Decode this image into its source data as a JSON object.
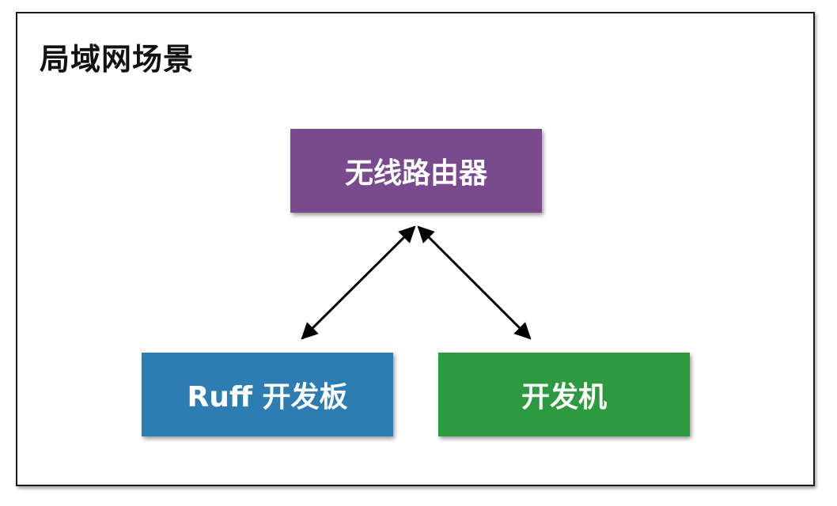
{
  "title": "局域网场景",
  "nodes": {
    "router": {
      "label": "无线路由器",
      "color": "#7a4a8f"
    },
    "ruff": {
      "label": "Ruff 开发板",
      "color": "#2e7db2"
    },
    "pc": {
      "label": "开发机",
      "color": "#2d9a3f"
    }
  },
  "edges": [
    {
      "from": "router",
      "to": "ruff",
      "bidirectional": true
    },
    {
      "from": "router",
      "to": "pc",
      "bidirectional": true
    }
  ]
}
